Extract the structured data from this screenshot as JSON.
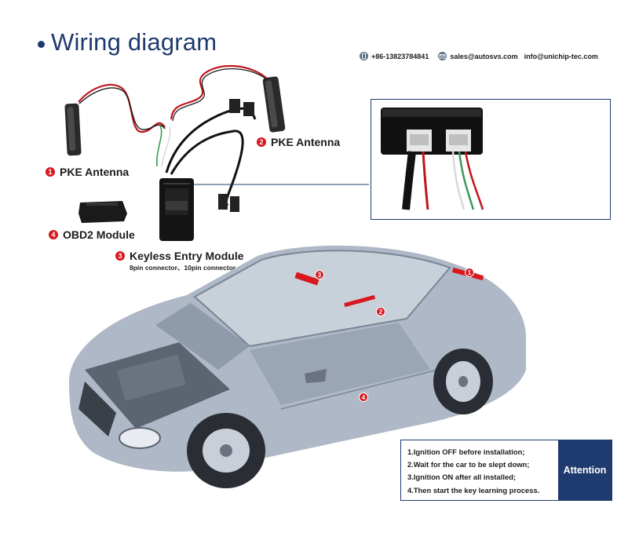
{
  "header": {
    "title": "Wiring diagram"
  },
  "contact": {
    "phone": "+86-13823784841",
    "email_sales": "sales@autosvs.com",
    "email_info": "info@unichip-tec.com"
  },
  "labels": [
    {
      "number": "1",
      "text": "PKE Antenna"
    },
    {
      "number": "2",
      "text": "PKE Antenna"
    },
    {
      "number": "3",
      "text": "Keyless Entry Module",
      "subtext": "8pin connector、10pin connector"
    },
    {
      "number": "4",
      "text": "OBD2 Module"
    }
  ],
  "car_markers": [
    {
      "number": "1"
    },
    {
      "number": "2"
    },
    {
      "number": "3"
    },
    {
      "number": "4"
    }
  ],
  "attention": {
    "title": "Attention",
    "items": [
      "1.Ignition OFF before installation;",
      "2.Wait for the car to be slept down;",
      "3.Ignition ON after all installed;",
      "4.Then start the key learning process."
    ]
  },
  "colors": {
    "brand_navy": "#1f3a6e",
    "marker_red": "#d8171e",
    "car_body": "#aeb8c6"
  },
  "icons": [
    "phone-icon",
    "mail-icon",
    "mail-icon"
  ]
}
